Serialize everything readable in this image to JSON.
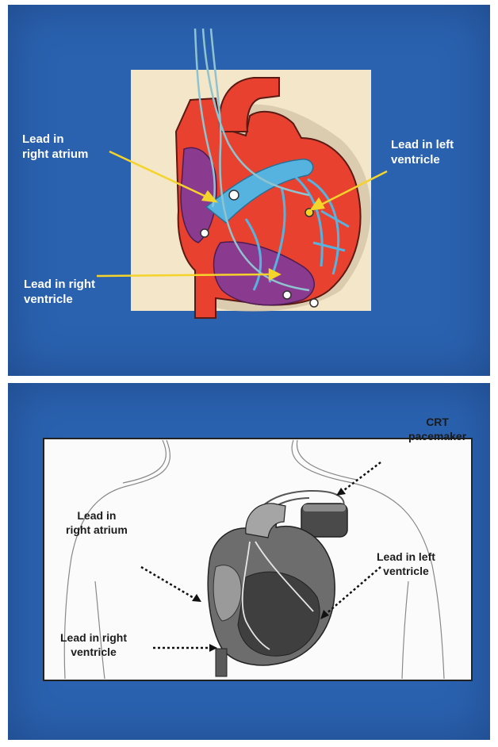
{
  "figure_top": {
    "labels": {
      "right_atrium": [
        "Lead in",
        "right atrium"
      ],
      "left_ventricle": [
        "Lead in left",
        "ventricle"
      ],
      "right_ventricle": [
        "Lead in right",
        "ventricle"
      ]
    },
    "colors": {
      "background": "#2a62b0",
      "arrow": "#f4d32a",
      "heart": "#e8412f",
      "chamber": "#8a3a8f",
      "vessel": "#56b3e0"
    }
  },
  "figure_bottom": {
    "labels": {
      "crt_pacemaker": [
        "CRT",
        "pacemaker"
      ],
      "right_atrium": [
        "Lead in",
        "right atrium"
      ],
      "left_ventricle": [
        "Lead in left",
        "ventricle"
      ],
      "right_ventricle": [
        "Lead in right",
        "ventricle"
      ]
    }
  }
}
